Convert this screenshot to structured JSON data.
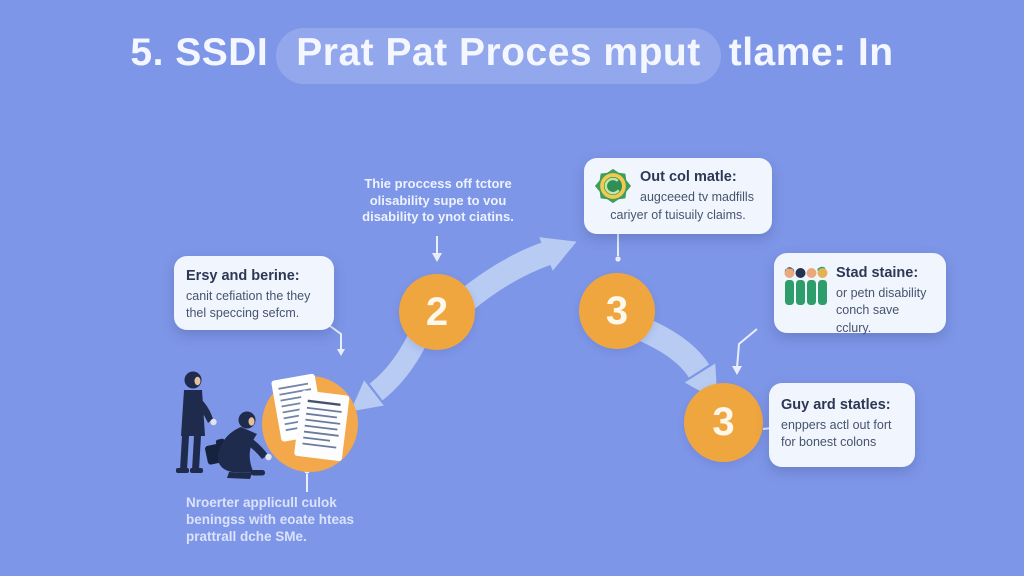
{
  "background_color": "#7E96E8",
  "accent_colors": {
    "step_circle": "#F0A63E",
    "arrow": "#B7CBF3",
    "card_background": "#F1F5FD",
    "figure_navy": "#1F2B4D",
    "badge_green": "#3D9E5E",
    "badge_gold": "#F5C94E",
    "people_green": "#2D9E6B"
  },
  "title": {
    "prefix": "5. SSDI",
    "highlight": "Prat Pat Proces mput",
    "suffix": "tlame: In"
  },
  "process_note": {
    "lines": [
      "Thie proccess off tctore",
      "olisability supe to vou",
      "disability to ynot ciatins."
    ]
  },
  "steps": [
    {
      "number": "2"
    },
    {
      "number": "3"
    },
    {
      "number": "3"
    }
  ],
  "cards": {
    "early": {
      "title": "Ersy and berine:",
      "lines": [
        "canit cefiation the they",
        "thel speccing sefcm."
      ]
    },
    "outcome": {
      "title": "Out col matle:",
      "icon": "badge-seal-icon",
      "lines": [
        "augceeed tv madfills",
        "cariyer of tuisuily claims."
      ]
    },
    "stats": {
      "title": "Stad staine:",
      "icon": "people-group-icon",
      "lines": [
        "or petn disability",
        "conch save cclury."
      ]
    },
    "status": {
      "title": "Guy ard statles:",
      "lines": [
        "enppers actl out fort",
        "for bonest colons"
      ]
    }
  },
  "applicant_note": {
    "lines": [
      "Nroerter applicull culok",
      "beningss with eoate hteas",
      "prattrall dche SMe."
    ]
  },
  "illustrations": {
    "documents": "document-stack-in-orange-circle",
    "figures": "two-applicant-figures"
  }
}
